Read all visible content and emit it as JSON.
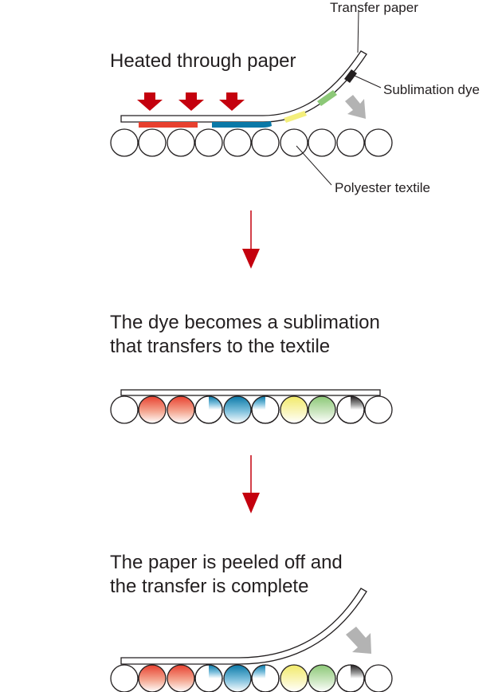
{
  "labels": {
    "transfer_paper": "Transfer paper",
    "sublimation_dye": "Sublimation dye",
    "polyester_textile": "Polyester textile"
  },
  "steps": [
    {
      "caption_lines": [
        "Heated through paper"
      ]
    },
    {
      "caption_lines": [
        "The dye becomes a sublimation",
        "that transfers to the textile"
      ]
    },
    {
      "caption_lines": [
        "The paper is peeled off and",
        "the transfer is complete"
      ]
    }
  ],
  "colors": {
    "heat_arrow": "#c4000e",
    "flow_arrow": "#c4000e",
    "lift_arrow": "#b3b3b3",
    "dye_red": "#e8402f",
    "dye_blue": "#0a79a8",
    "dye_yellow": "#f4ef7c",
    "dye_green": "#8cc877",
    "dye_black": "#231f20",
    "outline": "#231f20"
  },
  "icons": {
    "heat": "arrow-down-icon",
    "flow": "arrow-down-icon",
    "lift": "arrow-diagonal-icon"
  }
}
